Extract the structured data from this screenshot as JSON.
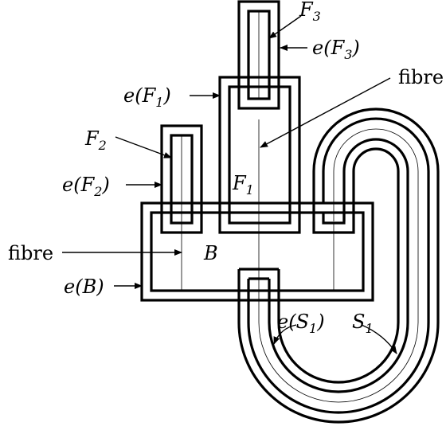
{
  "labels": {
    "F3": {
      "main": "F",
      "sub": "3"
    },
    "eF3": {
      "pre": "e(",
      "main": "F",
      "sub": "3",
      "post": ")"
    },
    "fibre_top": "fibre",
    "eF1": {
      "pre": "e(",
      "main": "F",
      "sub": "1",
      "post": ")"
    },
    "F2": {
      "main": "F",
      "sub": "2"
    },
    "eF2": {
      "pre": "e(",
      "main": "F",
      "sub": "2",
      "post": ")"
    },
    "F1": {
      "main": "F",
      "sub": "1"
    },
    "fibre_left": "fibre",
    "B": "B",
    "eB": {
      "pre": "e(",
      "main": "B",
      "post": ")"
    },
    "eS1": {
      "pre": "e(",
      "main": "S",
      "sub": "1",
      "post": ")"
    },
    "S1": {
      "main": "S",
      "sub": "1"
    }
  }
}
